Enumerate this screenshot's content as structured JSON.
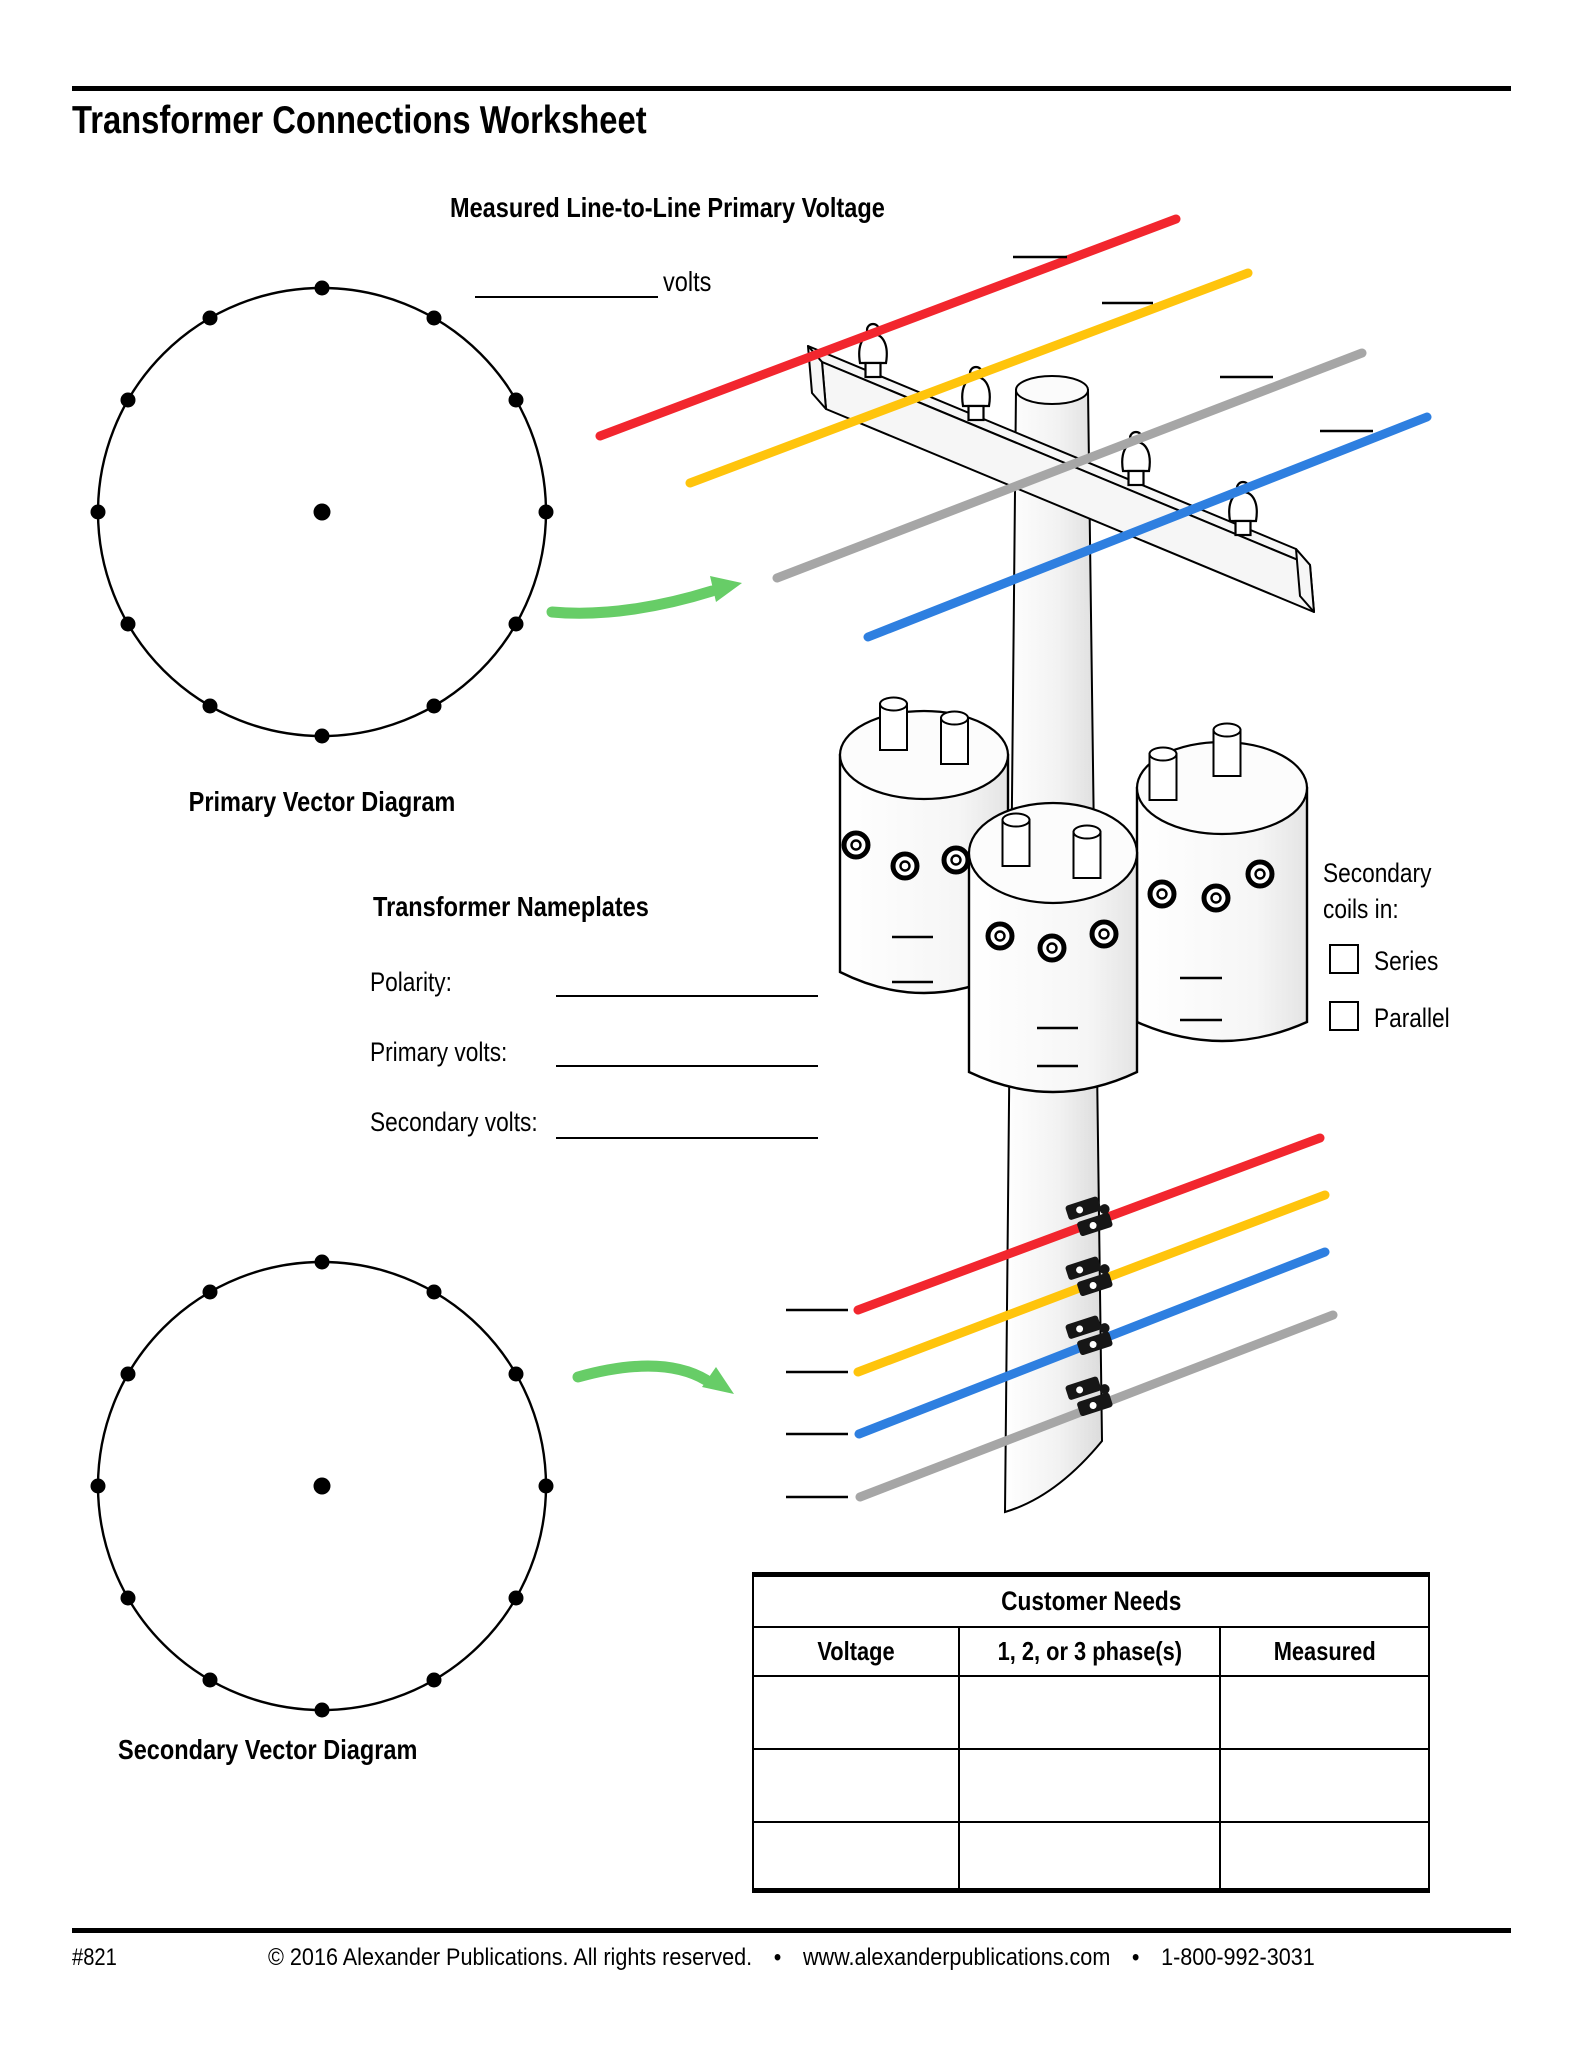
{
  "page": {
    "title": "Transformer Connections Worksheet"
  },
  "primary": {
    "heading": "Measured Line-to-Line Primary Voltage",
    "volts_label": "volts",
    "diagram_label": "Primary Vector Diagram"
  },
  "nameplates": {
    "heading": "Transformer Nameplates",
    "fields": [
      {
        "label": "Polarity:",
        "value": ""
      },
      {
        "label": "Primary volts:",
        "value": ""
      },
      {
        "label": "Secondary volts:",
        "value": ""
      }
    ]
  },
  "secondary_coils": {
    "label_line1": "Secondary",
    "label_line2": "coils in:",
    "options": [
      {
        "label": "Series",
        "checked": false
      },
      {
        "label": "Parallel",
        "checked": false
      }
    ]
  },
  "secondary": {
    "diagram_label": "Secondary Vector Diagram"
  },
  "customer_needs": {
    "title": "Customer Needs",
    "columns": [
      "Voltage",
      "1, 2, or 3 phase(s)",
      "Measured"
    ],
    "empty_row_count": 3
  },
  "footer": {
    "doc_number": "#821",
    "copyright": "© 2016 Alexander Publications. All rights reserved.",
    "bullet": "•",
    "website": "www.alexanderpublications.com",
    "phone": "1-800-992-3031"
  },
  "colors": {
    "wire-red": "#F2262E",
    "wire-yellow": "#FFC40C",
    "wire-gray": "#A6A6A6",
    "wire-blue": "#2E7FE0",
    "arrow-green": "#67CD67",
    "ink": "#000000"
  },
  "illustration": {
    "primary_wires_top_to_bottom": [
      "red",
      "yellow",
      "gray",
      "blue"
    ],
    "secondary_wires_top_to_bottom": [
      "red",
      "yellow",
      "blue",
      "gray"
    ],
    "transformer_count": 3,
    "insulator_count": 4,
    "clamp_count": 4,
    "vector_dots_per_circle": 12
  }
}
